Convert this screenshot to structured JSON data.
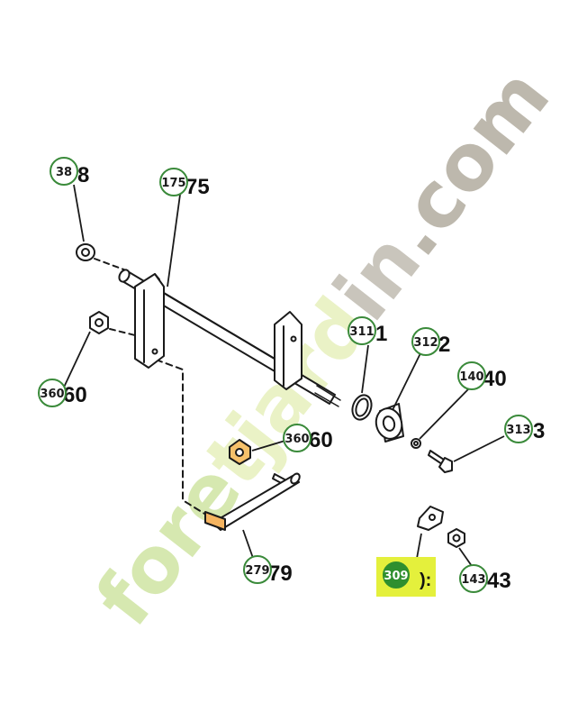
{
  "watermark": {
    "text": "foretjardin.com",
    "colors": {
      "fore": "#d6e8b0",
      "jard": "#eaf2c6",
      "in": "#c9c5bc",
      "com": "#bdb8ad"
    }
  },
  "colors": {
    "callout_ring": "#3a8a3a",
    "highlight_yellow": "#e4f03c",
    "highlight_orange": "#f2a23a",
    "ink": "#1a1a1a"
  },
  "callouts": [
    {
      "id": "38",
      "number": "38",
      "old_suffix": "8"
    },
    {
      "id": "175",
      "number": "175",
      "old_suffix": "75"
    },
    {
      "id": "360a",
      "number": "360",
      "old_suffix": "60"
    },
    {
      "id": "311",
      "number": "311",
      "old_suffix": "1"
    },
    {
      "id": "312",
      "number": "312",
      "old_suffix": "2"
    },
    {
      "id": "140",
      "number": "140",
      "old_suffix": "40"
    },
    {
      "id": "360b",
      "number": "360",
      "old_suffix": "60"
    },
    {
      "id": "313",
      "number": "313",
      "old_suffix": "3"
    },
    {
      "id": "279",
      "number": "279",
      "old_suffix": "79"
    },
    {
      "id": "309",
      "number": "309",
      "old_suffix": ""
    },
    {
      "id": "143",
      "number": "143",
      "old_suffix": "43"
    }
  ]
}
